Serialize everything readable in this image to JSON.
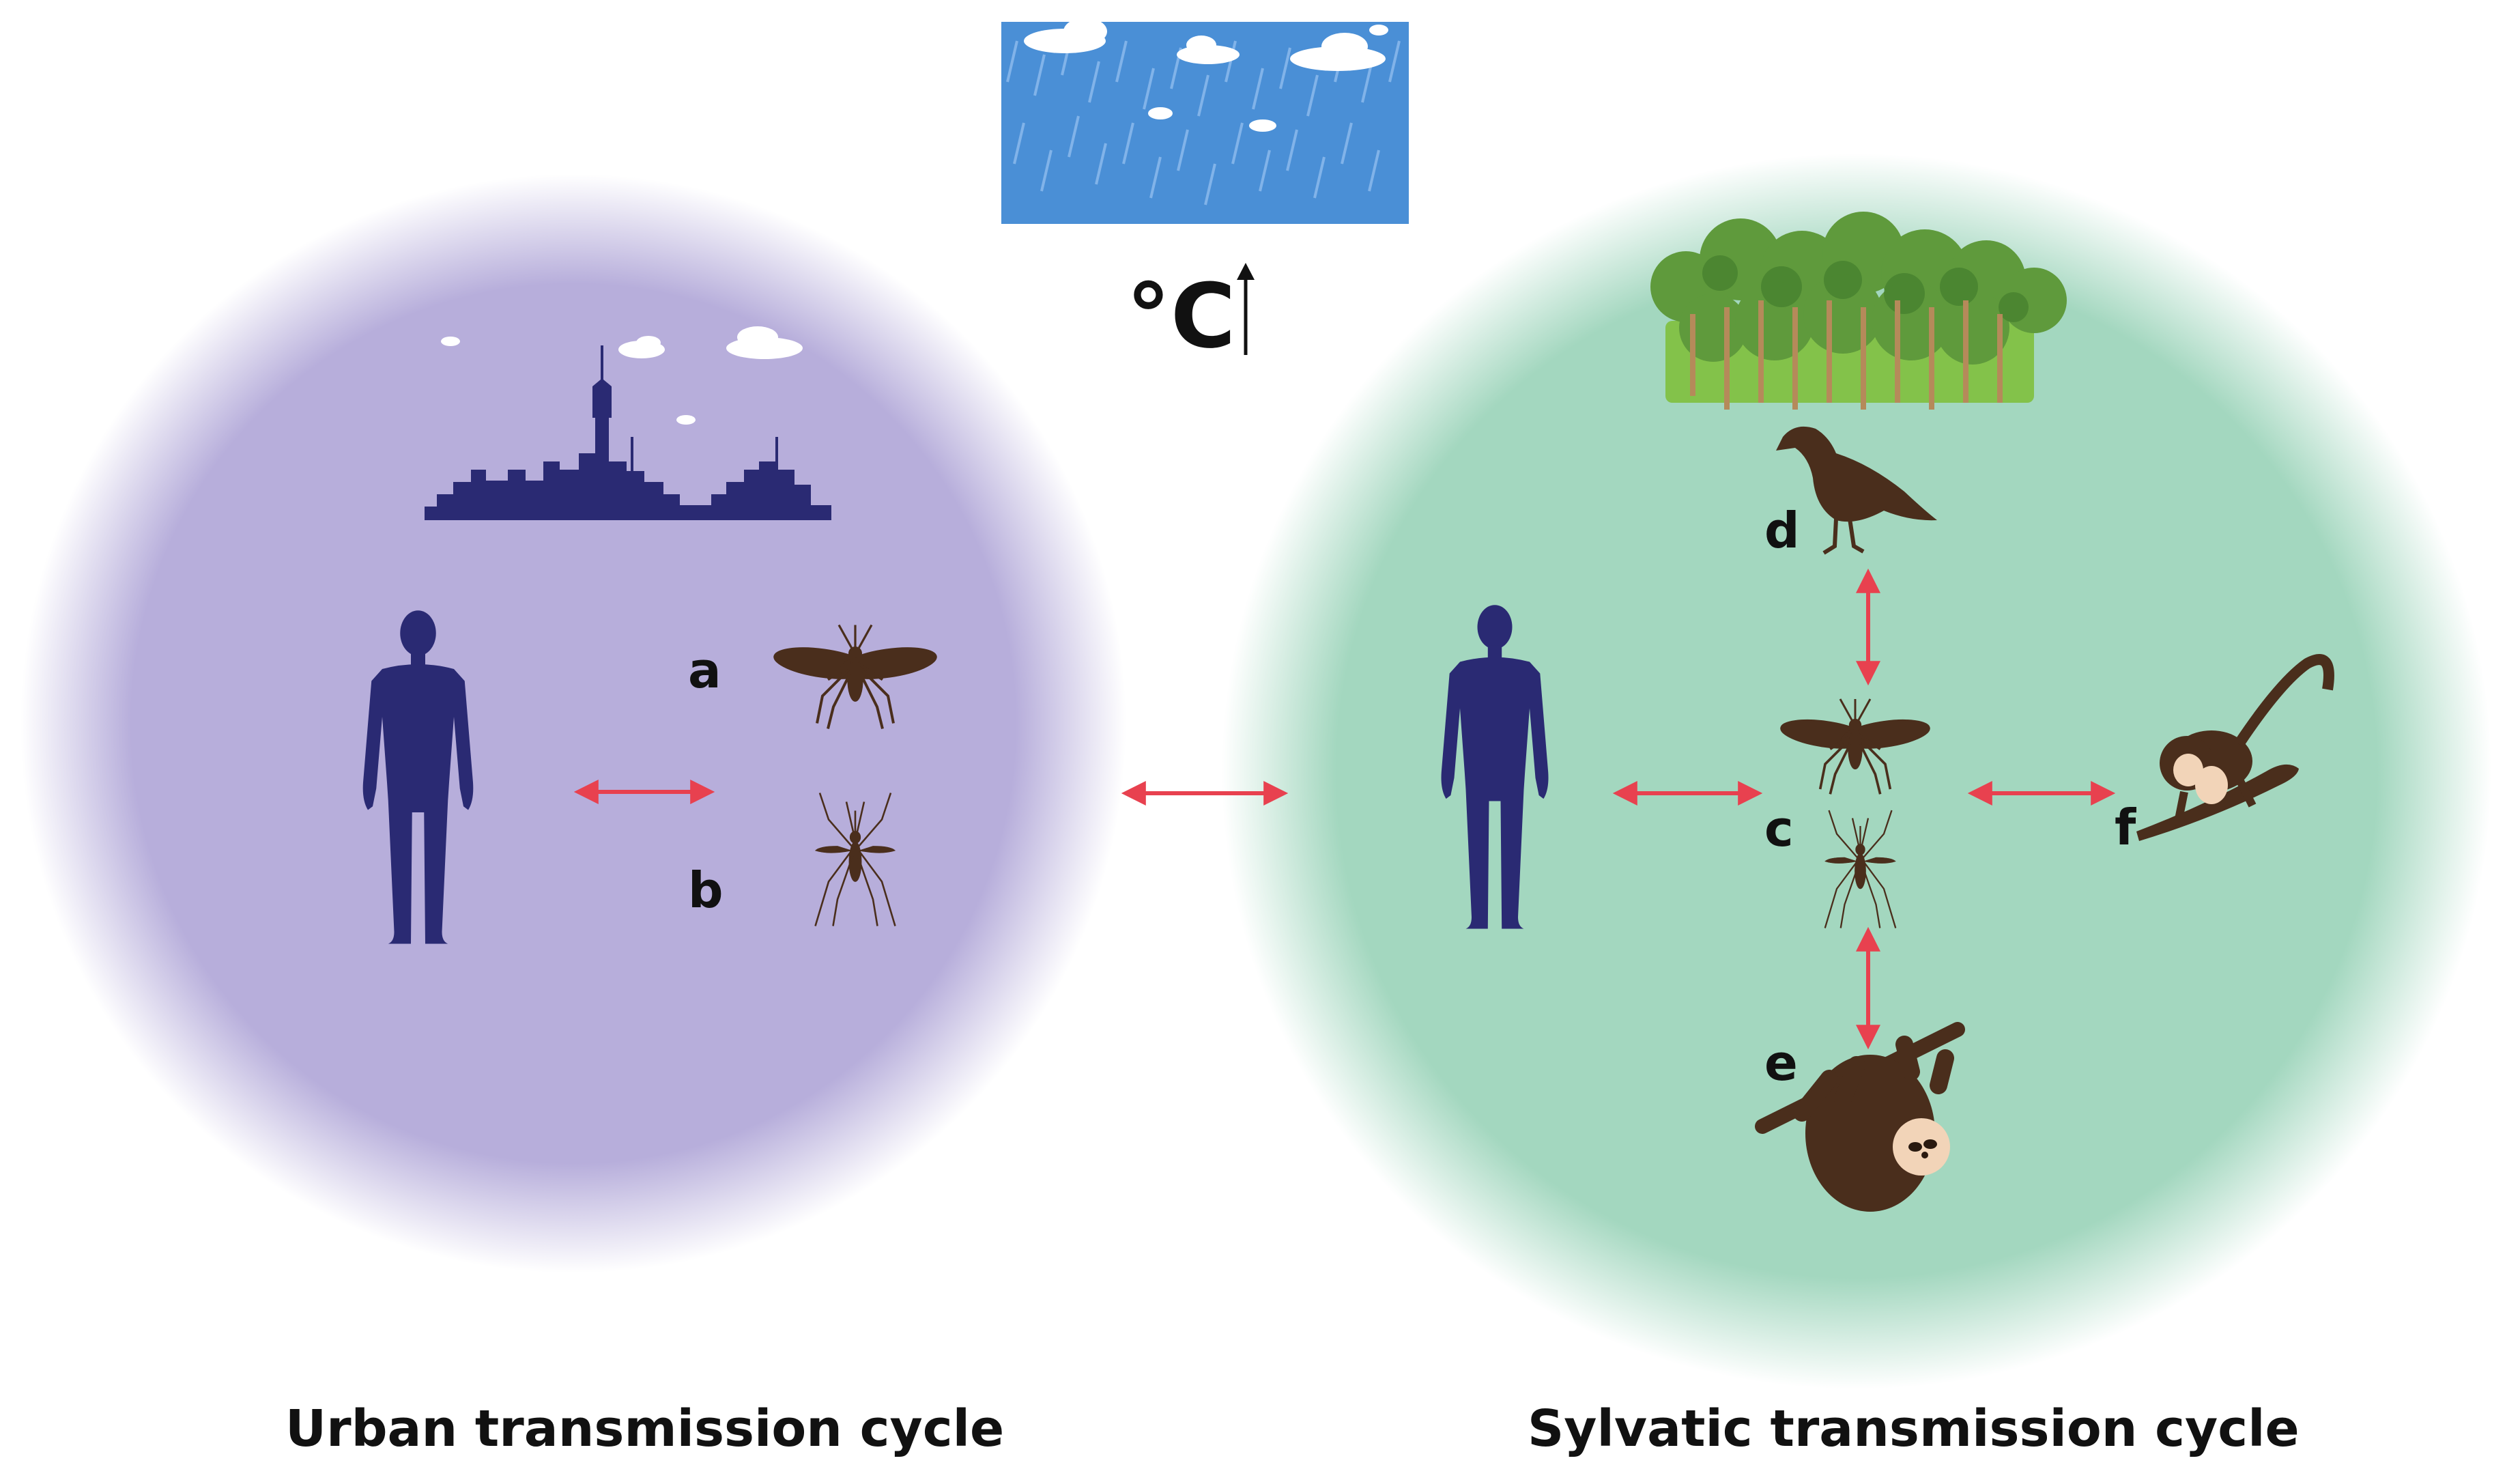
{
  "diagram": {
    "climate": {
      "temperature_label": "°C",
      "temperature_trend": "increasing"
    },
    "urban_cycle": {
      "caption": "Urban transmission cycle",
      "background_color": "#b7aedb",
      "vector_labels": [
        "a",
        "b"
      ]
    },
    "sylvatic_cycle": {
      "caption": "Sylvatic transmission cycle",
      "background_color": "#a3d7bf",
      "vector_label": "c",
      "host_labels": {
        "bird": "d",
        "sloth": "e",
        "monkey": "f"
      }
    },
    "colors": {
      "silhouette": "#2a2a73",
      "animal": "#4a2e1c",
      "arrow": "#e8414f",
      "rain_sky": "#4a8fd6"
    }
  }
}
